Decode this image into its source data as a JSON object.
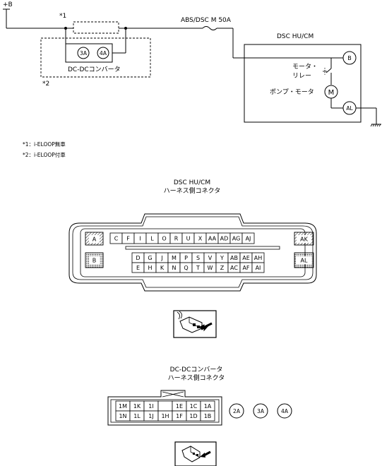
{
  "wiring": {
    "power_label": "+B",
    "fuse_label": "ABS/DSC M 50A",
    "note1_marker": "*1",
    "note2_marker": "*2",
    "dcdc_box_label": "DC-DCコンバータ",
    "dcdc_terminals": [
      "3A",
      "4A"
    ],
    "module_title": "DSC HU/CM",
    "terminal_b": "B",
    "terminal_al": "AL",
    "relay_label_line1": "モータ・",
    "relay_label_line2": "リレー",
    "pump_motor_label": "ポンプ・モータ",
    "motor_symbol": "M"
  },
  "notes": [
    "*1：i-ELOOP無車",
    "*2：i-ELOOP付車"
  ],
  "dsc_connector": {
    "title_line1": "DSC HU/CM",
    "title_line2": "ハーネス側コネクタ",
    "big_pins_left": [
      "A",
      "B"
    ],
    "big_pins_right": [
      "AK",
      "AL"
    ],
    "row1": [
      "C",
      "F",
      "I",
      "L",
      "O",
      "R",
      "U",
      "X",
      "AA",
      "AD",
      "AG",
      "AJ"
    ],
    "row2": [
      "D",
      "G",
      "J",
      "M",
      "P",
      "S",
      "V",
      "Y",
      "AB",
      "AE",
      "AH"
    ],
    "row3": [
      "E",
      "H",
      "K",
      "N",
      "Q",
      "T",
      "W",
      "Z",
      "AC",
      "AF",
      "AI"
    ],
    "plug_icon": "connector-plug-icon"
  },
  "dcdc_connector": {
    "title_line1": "DC-DCコンバータ",
    "title_line2": "ハーネス側コネクタ",
    "row1": [
      "1M",
      "1K",
      "1I",
      "",
      "1E",
      "1C",
      "1A"
    ],
    "row2": [
      "1N",
      "1L",
      "1J",
      "1H",
      "1F",
      "1D",
      "1B"
    ],
    "round_terminals": [
      "2A",
      "3A",
      "4A"
    ],
    "plug_icon": "connector-plug-icon"
  }
}
